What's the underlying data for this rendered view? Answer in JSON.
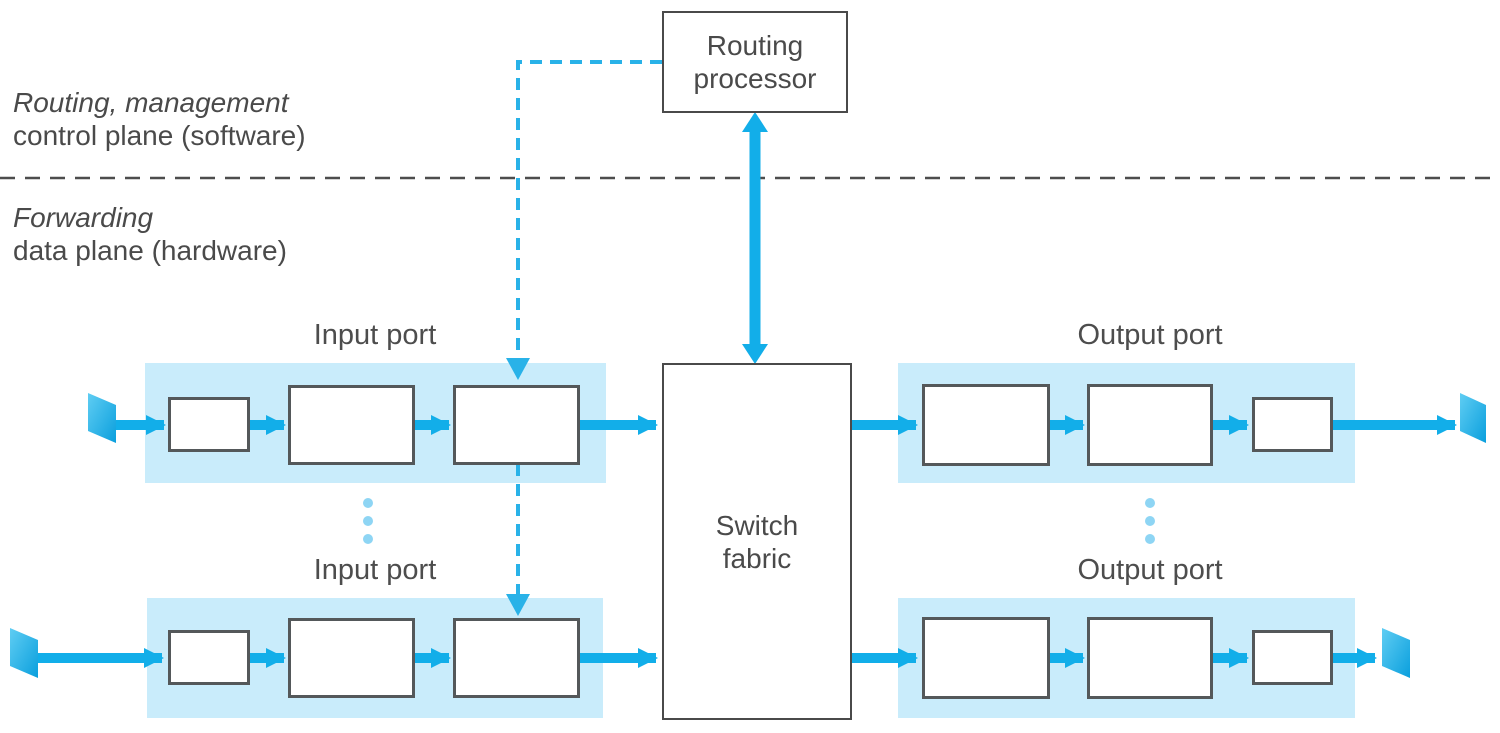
{
  "planes": {
    "control": {
      "line1": "Routing, management",
      "line2": "control plane (software)"
    },
    "data": {
      "line1": "Forwarding",
      "line2": "data plane (hardware)"
    }
  },
  "nodes": {
    "routing_processor": "Routing\nprocessor",
    "switch_fabric": "Switch\nfabric"
  },
  "ports": {
    "input_top": "Input port",
    "output_top": "Output port",
    "input_bottom": "Input port",
    "output_bottom": "Output port"
  },
  "colors": {
    "arrow_blue": "#12aee9",
    "strip_blue": "#c9ecfb",
    "dashed_blue": "#29b2e8",
    "separator_gray": "#4d4d4d",
    "dot_blue": "#8ed5f4",
    "box_border_gray": "#54585a",
    "text_gray": "#4a4a4a"
  }
}
